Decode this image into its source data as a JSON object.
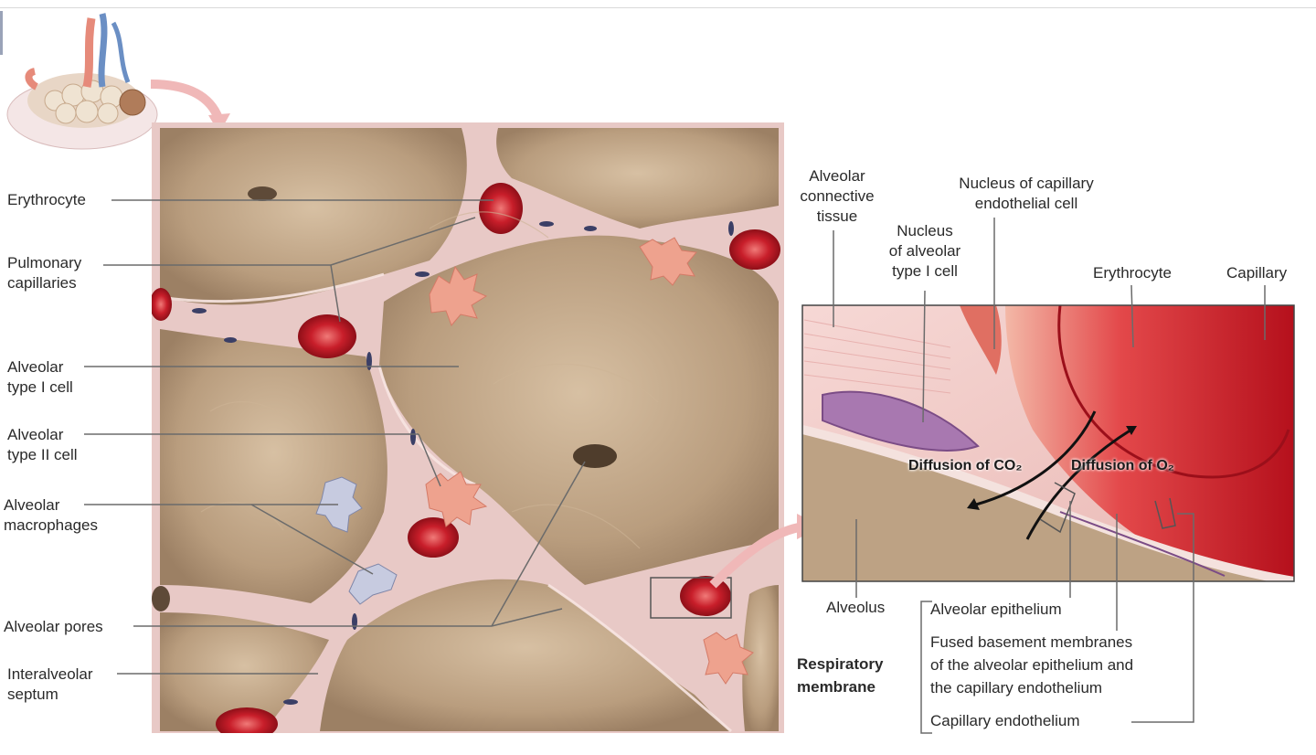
{
  "left_labels": {
    "erythrocyte": "Erythrocyte",
    "pulmonary_capillaries": "Pulmonary\ncapillaries",
    "alveolar_type_1": "Alveolar\ntype I cell",
    "alveolar_type_2": "Alveolar\ntype II cell",
    "alveolar_macrophages": "Alveolar\nmacrophages",
    "alveolar_pores": "Alveolar pores",
    "interalveolar_septum": "Interalveolar\nseptum"
  },
  "right_labels": {
    "alveolar_connective_tissue": "Alveolar\nconnective\ntissue",
    "nucleus_alveolar_type_1": "Nucleus\nof alveolar\ntype I cell",
    "nucleus_capillary_endothelial": "Nucleus of capillary\nendothelial cell",
    "erythrocyte": "Erythrocyte",
    "capillary": "Capillary",
    "diffusion_co2": "Diffusion of CO₂",
    "diffusion_o2": "Diffusion of O₂",
    "alveolus": "Alveolus",
    "alveolar_epithelium": "Alveolar epithelium",
    "fused_basement": "Fused basement membranes\nof the alveolar epithelium and\nthe capillary endothelium",
    "capillary_endothelium": "Capillary endothelium",
    "respiratory_membrane": "Respiratory\nmembrane"
  },
  "colors": {
    "alveolus_tan": "#b89c7c",
    "septum_pink": "#f2c9c6",
    "blood_red": "#c8202c",
    "leader_line": "#6b6b6b"
  }
}
